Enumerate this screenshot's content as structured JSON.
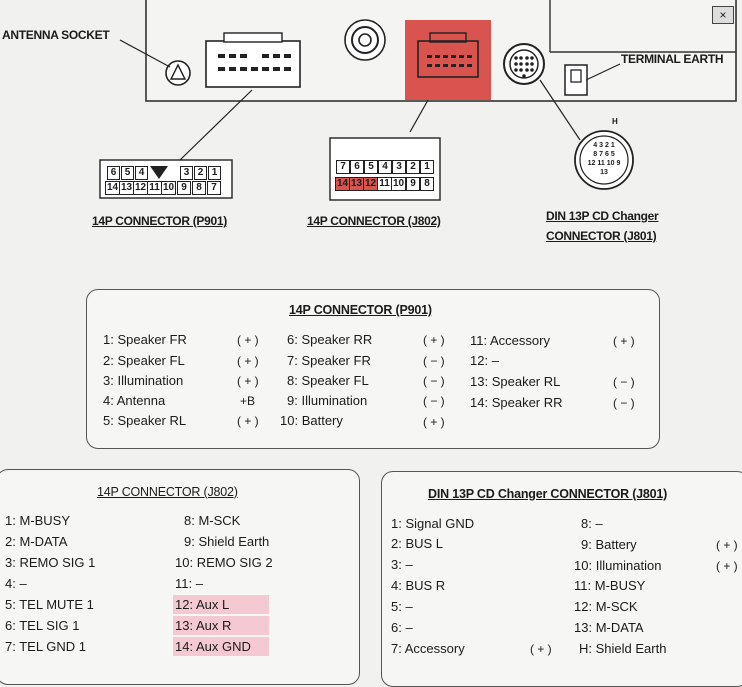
{
  "header": {
    "antenna_socket": "ANTENNA SOCKET",
    "terminal_earth": "TERMINAL EARTH",
    "close": "×"
  },
  "connectors": {
    "p901_label": "14P CONNECTOR (P901)",
    "j802_label": "14P CONNECTOR (J802)",
    "din_label_1": "DIN 13P CD Changer",
    "din_label_2": "CONNECTOR (J801)",
    "p901_top": [
      "6",
      "5",
      "4",
      "",
      "3",
      "2",
      "1"
    ],
    "p901_bottom": [
      "14",
      "13",
      "12",
      "11",
      "10",
      "9",
      "8",
      "7"
    ],
    "j802_top": [
      "7",
      "6",
      "5",
      "4",
      "3",
      "2",
      "1"
    ],
    "j802_bottom": [
      "14",
      "13",
      "12",
      "11",
      "10",
      "9",
      "8"
    ],
    "din_marker": "H",
    "din_rows": [
      [
        "4",
        "3",
        "2",
        "1"
      ],
      [
        "8",
        "7",
        "6",
        "5"
      ],
      [
        "12",
        "11",
        "10",
        "9"
      ],
      [
        "13"
      ]
    ]
  },
  "p901": {
    "title": "14P CONNECTOR (P901)",
    "col1": [
      {
        "n": "1:",
        "label": "Speaker FR",
        "sym": "( + )"
      },
      {
        "n": "2:",
        "label": "Speaker FL",
        "sym": "( + )"
      },
      {
        "n": "3:",
        "label": "Illumination",
        "sym": "( + )"
      },
      {
        "n": "4:",
        "label": "Antenna",
        "sym": "+B"
      },
      {
        "n": "5:",
        "label": "Speaker RL",
        "sym": "( + )"
      }
    ],
    "col2": [
      {
        "n": "6:",
        "label": "Speaker RR",
        "sym": "( + )"
      },
      {
        "n": "7:",
        "label": "Speaker FR",
        "sym": "( − )"
      },
      {
        "n": "8:",
        "label": "Speaker FL",
        "sym": "( − )"
      },
      {
        "n": "9:",
        "label": "Illumination",
        "sym": "( − )"
      },
      {
        "n": "10:",
        "label": "Battery",
        "sym": "( + )"
      }
    ],
    "col3": [
      {
        "n": "11:",
        "label": "Accessory",
        "sym": "( + )"
      },
      {
        "n": "12:",
        "label": "–",
        "sym": ""
      },
      {
        "n": "13:",
        "label": "Speaker RL",
        "sym": "( − )"
      },
      {
        "n": "14:",
        "label": "Speaker RR",
        "sym": "( − )"
      }
    ]
  },
  "j802": {
    "title": "14P CONNECTOR (J802)",
    "col1": [
      {
        "n": "1:",
        "label": "M-BUSY"
      },
      {
        "n": "2:",
        "label": "M-DATA"
      },
      {
        "n": "3:",
        "label": "REMO SIG 1"
      },
      {
        "n": "4:",
        "label": "–"
      },
      {
        "n": "5:",
        "label": "TEL MUTE 1"
      },
      {
        "n": "6:",
        "label": "TEL SIG 1"
      },
      {
        "n": "7:",
        "label": "TEL GND 1"
      }
    ],
    "col2": [
      {
        "n": "8:",
        "label": "M-SCK"
      },
      {
        "n": "9:",
        "label": "Shield Earth"
      },
      {
        "n": "10:",
        "label": "REMO SIG 2"
      },
      {
        "n": "11:",
        "label": "–"
      },
      {
        "n": "12:",
        "label": "Aux L"
      },
      {
        "n": "13:",
        "label": "Aux R"
      },
      {
        "n": "14:",
        "label": "Aux GND"
      }
    ]
  },
  "j801": {
    "title": "DIN 13P CD Changer CONNECTOR (J801)",
    "col1": [
      {
        "n": "1:",
        "label": "Signal GND",
        "sym": ""
      },
      {
        "n": "2:",
        "label": "BUS L",
        "sym": ""
      },
      {
        "n": "3:",
        "label": "–",
        "sym": ""
      },
      {
        "n": "4:",
        "label": "BUS R",
        "sym": ""
      },
      {
        "n": "5:",
        "label": "–",
        "sym": ""
      },
      {
        "n": "6:",
        "label": "–",
        "sym": ""
      },
      {
        "n": "7:",
        "label": "Accessory",
        "sym": "( + )"
      }
    ],
    "col2": [
      {
        "n": "8:",
        "label": "–",
        "sym": ""
      },
      {
        "n": "9:",
        "label": "Battery",
        "sym": "( + )"
      },
      {
        "n": "10:",
        "label": "Illumination",
        "sym": "( + )"
      },
      {
        "n": "11:",
        "label": "M-BUSY",
        "sym": ""
      },
      {
        "n": "12:",
        "label": "M-SCK",
        "sym": ""
      },
      {
        "n": "13:",
        "label": "M-DATA",
        "sym": ""
      },
      {
        "n": "H:",
        "label": "Shield Earth",
        "sym": ""
      }
    ]
  },
  "colors": {
    "highlight_red": "#d9534f",
    "highlight_pink": "#f4c9d1"
  }
}
